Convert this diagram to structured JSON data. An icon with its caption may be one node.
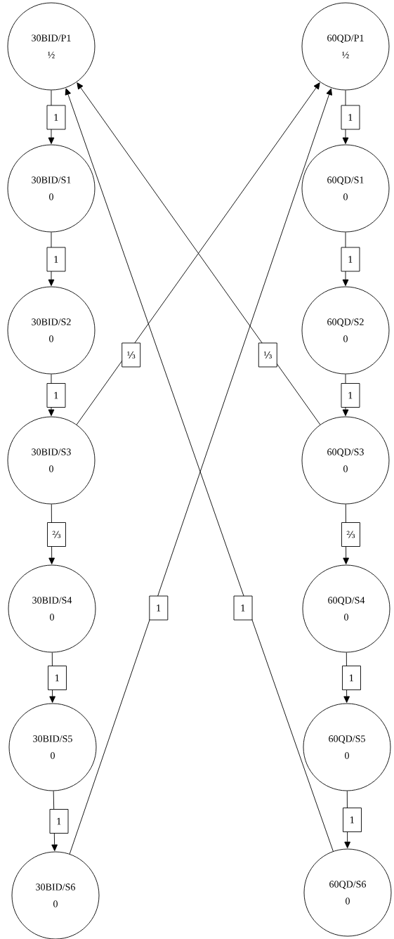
{
  "diagram": {
    "nodes": [
      {
        "text": [
          "30BID/P1",
          "½"
        ]
      },
      {
        "text": [
          "30BID/S1",
          "0"
        ]
      },
      {
        "text": [
          "30BID/S2",
          "0"
        ]
      },
      {
        "text": [
          "30BID/S3",
          "0"
        ]
      },
      {
        "text": [
          "30BID/S4",
          "0"
        ]
      },
      {
        "text": [
          "30BID/S5",
          "0"
        ]
      },
      {
        "text": [
          "30BID/S6",
          "0"
        ]
      },
      {
        "text": [
          "60QD/P1",
          "½"
        ]
      },
      {
        "text": [
          "60QD/S1",
          "0"
        ]
      },
      {
        "text": [
          "60QD/S2",
          "0"
        ]
      },
      {
        "text": [
          "60QD/S3",
          "0"
        ]
      },
      {
        "text": [
          "60QD/S4",
          "0"
        ]
      },
      {
        "text": [
          "60QD/S5",
          "0"
        ]
      },
      {
        "text": [
          "60QD/S6",
          "0"
        ]
      }
    ],
    "edges": [
      {
        "from": 0,
        "to": 1,
        "arrow": "to",
        "label": "1"
      },
      {
        "from": 1,
        "to": 2,
        "arrow": "to",
        "label": "1"
      },
      {
        "from": 2,
        "to": 3,
        "arrow": "to",
        "label": "1"
      },
      {
        "from": 3,
        "to": 4,
        "arrow": "to",
        "label": "⅔"
      },
      {
        "from": 4,
        "to": 5,
        "arrow": "to",
        "label": "1"
      },
      {
        "from": 5,
        "to": 6,
        "arrow": "to",
        "label": "1"
      },
      {
        "from": 7,
        "to": 8,
        "arrow": "to",
        "label": "1"
      },
      {
        "from": 8,
        "to": 9,
        "arrow": "to",
        "label": "1"
      },
      {
        "from": 9,
        "to": 10,
        "arrow": "to",
        "label": "1"
      },
      {
        "from": 10,
        "to": 11,
        "arrow": "to",
        "label": "⅔"
      },
      {
        "from": 11,
        "to": 12,
        "arrow": "to",
        "label": "1"
      },
      {
        "from": 12,
        "to": 13,
        "arrow": "to",
        "label": "1"
      },
      {
        "from": 3,
        "to": 7,
        "arrow": "to",
        "label": "⅓"
      },
      {
        "from": 10,
        "to": 0,
        "arrow": "to",
        "label": "⅓"
      },
      {
        "from": 6,
        "to": 7,
        "arrow": "to",
        "label": "1"
      },
      {
        "from": 13,
        "to": 0,
        "arrow": "to",
        "label": "1"
      }
    ]
  }
}
